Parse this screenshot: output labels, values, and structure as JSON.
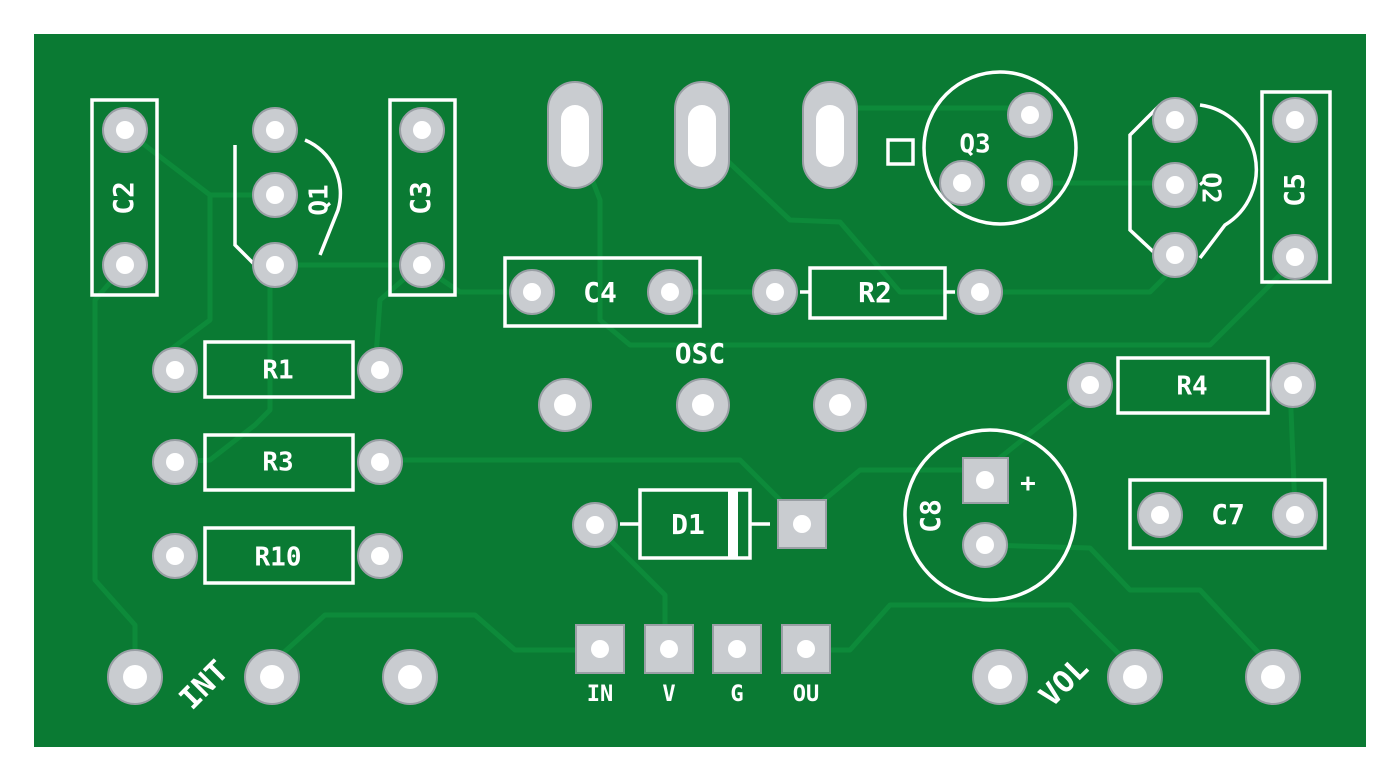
{
  "board": {
    "color": "#0a7a33",
    "trace_color": "#0d8a3a",
    "silk_color": "#ffffff",
    "pad_color": "#c9ccd0"
  },
  "labels": {
    "c2": "C2",
    "q1": "Q1",
    "c3": "C3",
    "q3": "Q3",
    "q2": "Q2",
    "c5": "C5",
    "c4": "C4",
    "r2": "R2",
    "r1": "R1",
    "osc": "OSC",
    "r4": "R4",
    "r3": "R3",
    "d1": "D1",
    "c8": "C8",
    "c7": "C7",
    "r10": "R10",
    "int": "INT",
    "vol": "VOL",
    "in": "IN",
    "v": "V",
    "g": "G",
    "ou": "OU",
    "plus": "+"
  }
}
